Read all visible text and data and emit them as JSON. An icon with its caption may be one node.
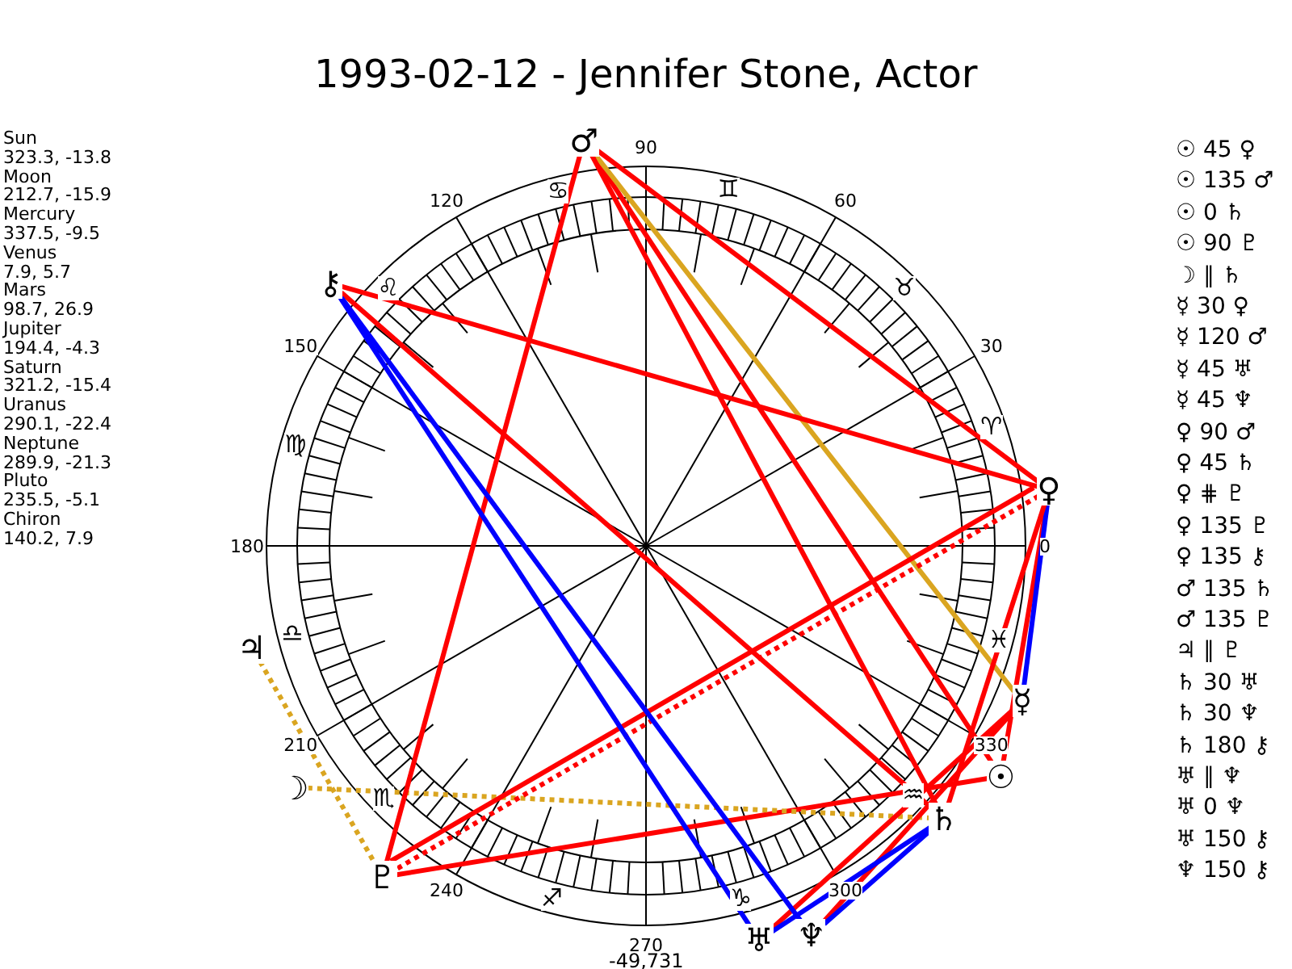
{
  "diagram": {
    "title": "1993-02-12 - Jennifer Stone, Actor",
    "nodes": [
      {
        "text": [
          "☉"
        ]
      },
      {
        "text": [
          "☽"
        ]
      },
      {
        "text": [
          "☿"
        ]
      },
      {
        "text": [
          "♀"
        ]
      },
      {
        "text": [
          "♂"
        ]
      },
      {
        "text": [
          "♃"
        ]
      },
      {
        "text": [
          "♄"
        ]
      },
      {
        "text": [
          "♅"
        ]
      },
      {
        "text": [
          "♆"
        ]
      },
      {
        "text": [
          "♇"
        ]
      },
      {
        "text": [
          "⚷"
        ]
      }
    ],
    "edges": [
      {
        "from": 0,
        "to": 3,
        "arrow": "none"
      },
      {
        "from": 0,
        "to": 4,
        "arrow": "none"
      },
      {
        "from": 0,
        "to": 9,
        "arrow": "none"
      },
      {
        "from": 1,
        "to": 6,
        "arrow": "none",
        "style": "dashed",
        "color": "#daa520"
      },
      {
        "from": 2,
        "to": 3,
        "arrow": "none",
        "color": "#0000ff"
      },
      {
        "from": 2,
        "to": 4,
        "arrow": "none",
        "color": "#daa520"
      },
      {
        "from": 2,
        "to": 7,
        "arrow": "none"
      },
      {
        "from": 2,
        "to": 8,
        "arrow": "none"
      },
      {
        "from": 3,
        "to": 4,
        "arrow": "none"
      },
      {
        "from": 3,
        "to": 6,
        "arrow": "none"
      },
      {
        "from": 3,
        "to": 9,
        "arrow": "none",
        "style": "dashed"
      },
      {
        "from": 3,
        "to": 9,
        "arrow": "none"
      },
      {
        "from": 3,
        "to": 10,
        "arrow": "none"
      },
      {
        "from": 4,
        "to": 6,
        "arrow": "none"
      },
      {
        "from": 4,
        "to": 9,
        "arrow": "none"
      },
      {
        "from": 5,
        "to": 9,
        "arrow": "none",
        "style": "dashed",
        "color": "#daa520"
      },
      {
        "from": 6,
        "to": 7,
        "arrow": "none",
        "color": "#0000ff"
      },
      {
        "from": 6,
        "to": 8,
        "arrow": "none",
        "color": "#0000ff"
      },
      {
        "from": 6,
        "to": 10,
        "arrow": "none"
      },
      {
        "from": 7,
        "to": 10,
        "arrow": "none",
        "color": "#0000ff"
      },
      {
        "from": 8,
        "to": 10,
        "arrow": "none",
        "color": "#0000ff"
      }
    ],
    "labels": [
      "Sun",
      "323.3, -13.8",
      "Moon",
      "212.7, -15.9",
      "Mercury",
      "337.5, -9.5",
      "Venus",
      "7.9, 5.7",
      "Mars",
      "98.7, 26.9",
      "Jupiter",
      "194.4, -4.3",
      "Saturn",
      "321.2, -15.4",
      "Uranus",
      "290.1, -22.4",
      "Neptune",
      "289.9, -21.3",
      "Pluto",
      "235.5, -5.1",
      "Chiron",
      "140.2, 7.9",
      "☉ 45 ♀",
      "☉ 135 ♂",
      "☉ 0 ♄",
      "☉ 90 ♇",
      "☽ ∥ ♄",
      "☿ 30 ♀",
      "☿ 120 ♂",
      "☿ 45 ♅",
      "☿ 45 ♆",
      "♀ 90 ♂",
      "♀ 45 ♄",
      "♀ ⋕ ♇",
      "♀ 135 ♇",
      "♀ 135 ⚷",
      "♂ 135 ♄",
      "♂ 135 ♇",
      "♃ ∥ ♇",
      "♄ 30 ♅",
      "♄ 30 ♆",
      "♄ 180 ⚷",
      "♅ ∥ ♆",
      "♅ 0 ♆",
      "♅ 150 ⚷",
      "♆ 150 ⚷",
      "♈",
      "♉",
      "♊",
      "♋",
      "♌",
      "♍",
      "♎",
      "♏",
      "♐",
      "♑",
      "♒",
      "♓",
      "0",
      "30",
      "60",
      "90",
      "120",
      "150",
      "180",
      "210",
      "240",
      "270",
      "300",
      "330",
      "-49,731"
    ]
  }
}
